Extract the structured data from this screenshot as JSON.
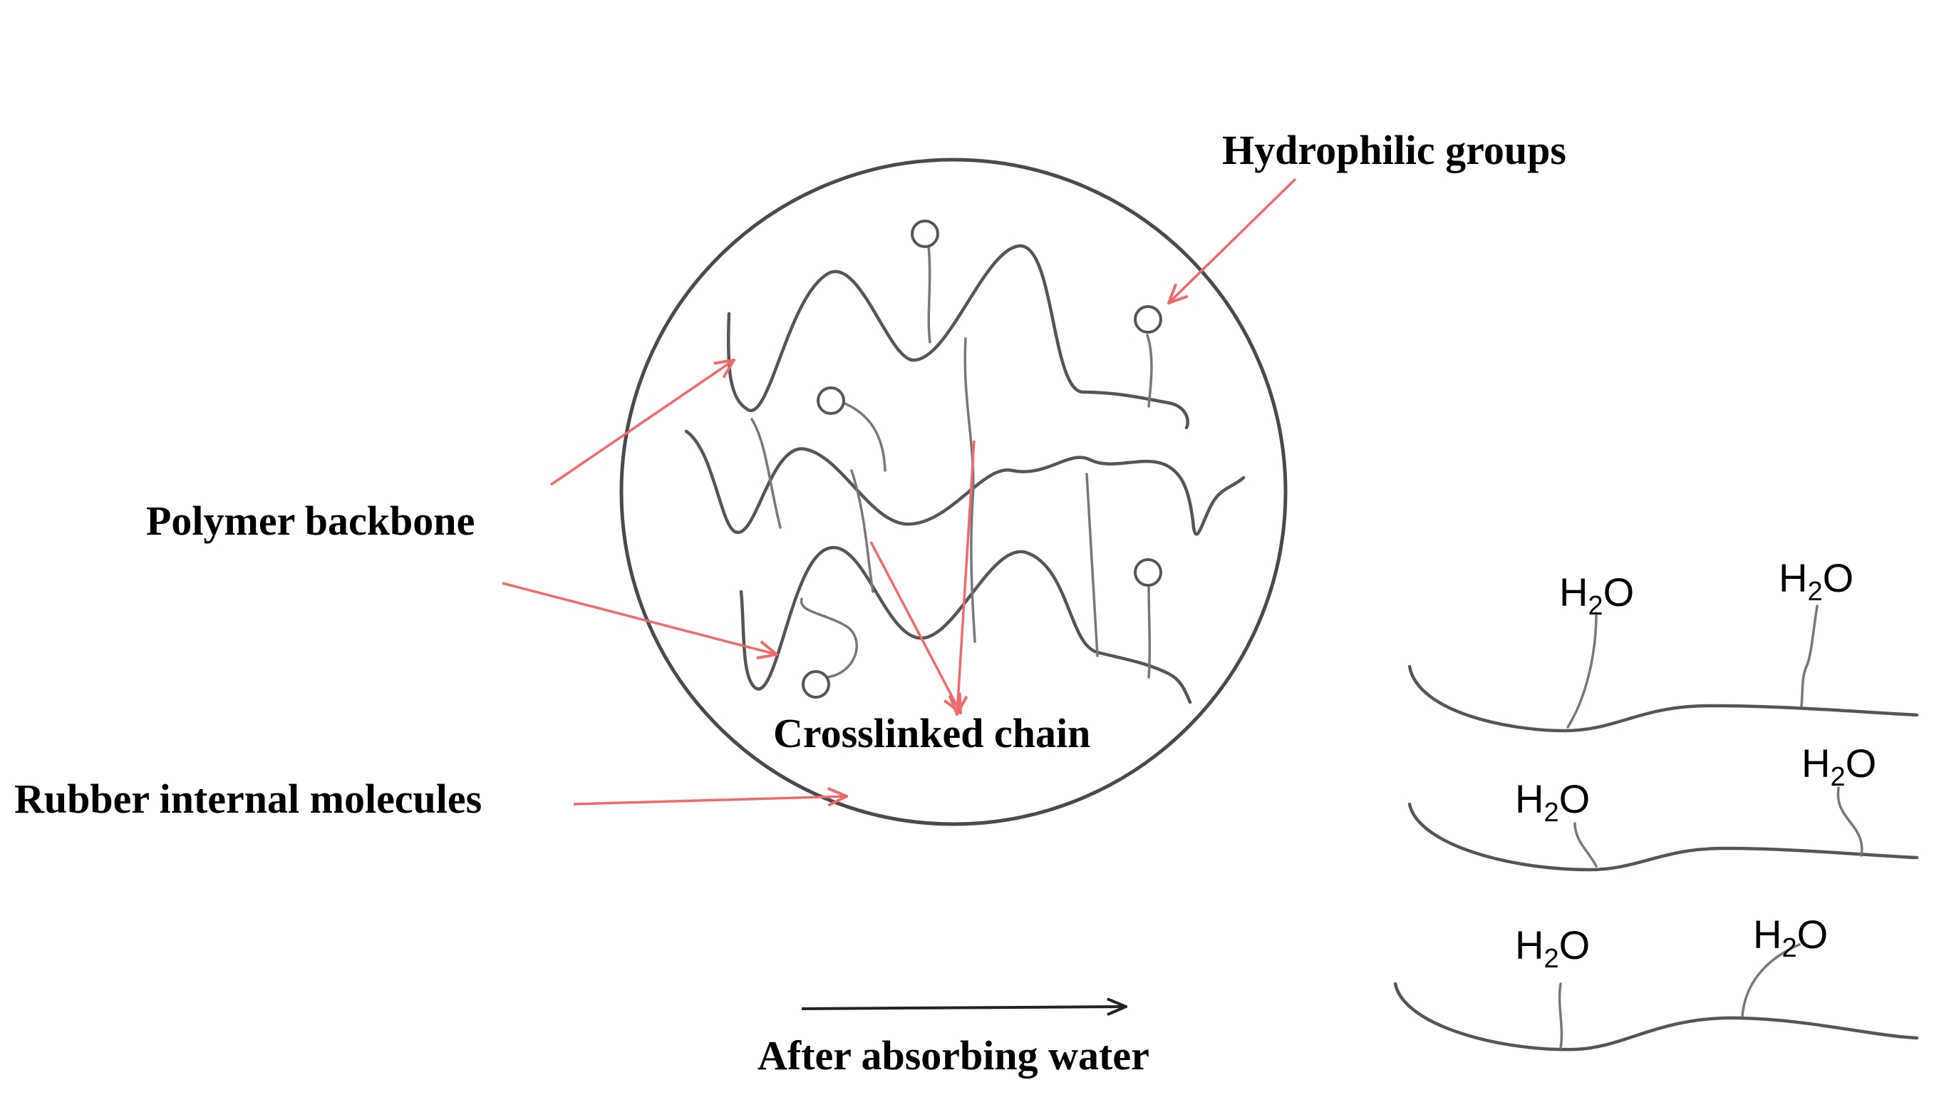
{
  "labels": {
    "hydrophilic_groups": "Hydrophilic groups",
    "polymer_backbone": "Polymer backbone",
    "crosslinked_chain": "Crosslinked chain",
    "rubber_internal_molecules": "Rubber internal molecules",
    "after_absorbing_water": "After absorbing water"
  },
  "water_molecule": {
    "main": "H",
    "subscript": "2",
    "tail": "O"
  },
  "colors": {
    "pointer_arrows": "#f06a6a",
    "process_arrow": "#222222",
    "polymer_lines": "#555555"
  }
}
